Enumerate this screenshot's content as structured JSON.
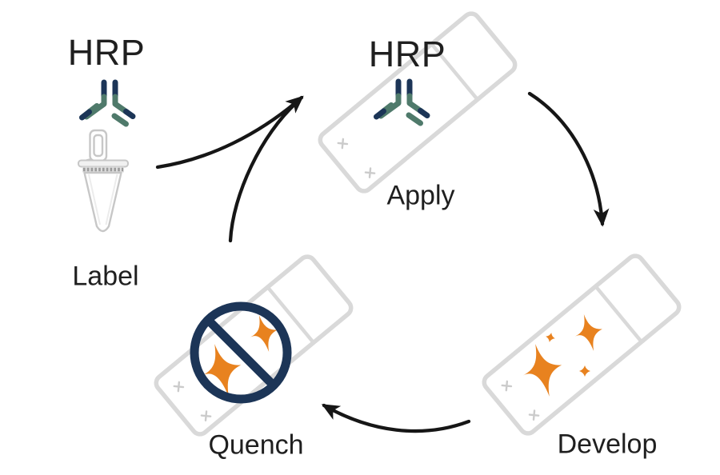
{
  "figure": {
    "type": "cycle-diagram",
    "description": "HRP labeling cycle on microscope slides",
    "background": "#ffffff"
  },
  "steps": [
    {
      "id": "label",
      "label": "Label",
      "badge": "HRP"
    },
    {
      "id": "apply",
      "label": "Apply",
      "badge": "HRP"
    },
    {
      "id": "develop",
      "label": "Develop"
    },
    {
      "id": "quench",
      "label": "Quench"
    }
  ],
  "arrows": [
    {
      "from": "label",
      "to": "apply"
    },
    {
      "from": "quench",
      "to": "apply"
    },
    {
      "from": "apply",
      "to": "develop"
    },
    {
      "from": "develop",
      "to": "quench"
    }
  ],
  "icons": [
    "antibody-hrp-icon",
    "microcentrifuge-tube-icon",
    "microscope-slide-icon",
    "sparkle-signal-icon",
    "quench-prohibition-icon"
  ],
  "colors": {
    "navy": "#1c3557",
    "green": "#4f7a6b",
    "orange": "#e8821f",
    "slide_gray": "#d9d9d9",
    "slide_gray_light": "#e4e4e4",
    "tube_gray": "#c7c7c7",
    "text": "#1f1f1f",
    "arrow": "#161616"
  }
}
